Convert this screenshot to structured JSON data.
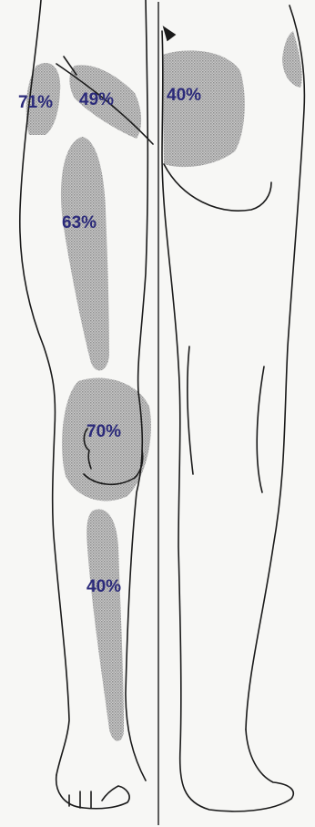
{
  "colors": {
    "background": "#f7f7f5",
    "outline": "#1a1a1a",
    "region_fill": "#b3b3b3",
    "label": "#2b2a7a"
  },
  "regions": [
    {
      "id": "outer-hip",
      "label": "71%",
      "value": 71,
      "view": "front"
    },
    {
      "id": "groin-front",
      "label": "49%",
      "value": 49,
      "view": "front"
    },
    {
      "id": "front-thigh",
      "label": "63%",
      "value": 63,
      "view": "front"
    },
    {
      "id": "knee",
      "label": "70%",
      "value": 70,
      "view": "front"
    },
    {
      "id": "shin",
      "label": "40%",
      "value": 40,
      "view": "front"
    },
    {
      "id": "buttock",
      "label": "40%",
      "value": 40,
      "view": "back"
    }
  ]
}
